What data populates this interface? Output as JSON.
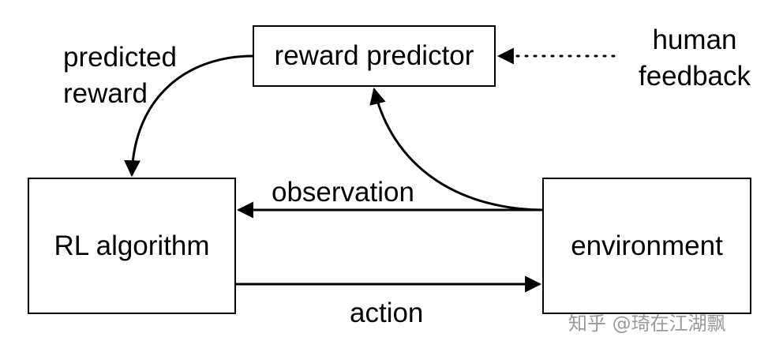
{
  "nodes": {
    "reward_predictor": "reward predictor",
    "rl_algorithm": "RL algorithm",
    "environment": "environment"
  },
  "edges": {
    "predicted_reward": [
      "predicted",
      "reward"
    ],
    "human_feedback": [
      "human",
      "feedback"
    ],
    "observation": "observation",
    "action": "action"
  },
  "watermark": "知乎 @琦在江湖飘"
}
